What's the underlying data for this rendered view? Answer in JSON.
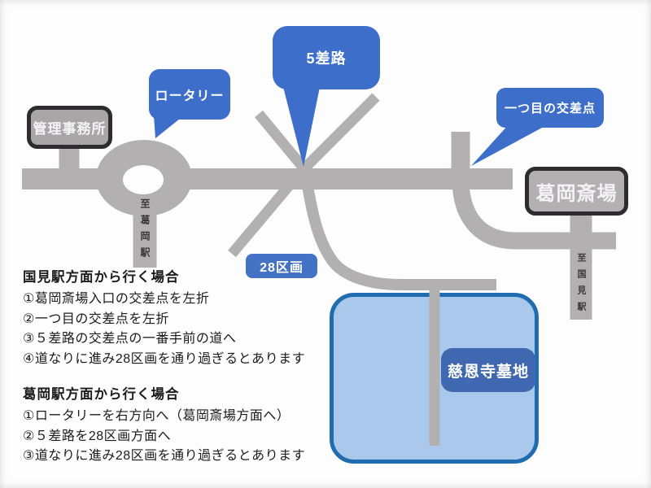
{
  "colors": {
    "bubble_blue": "#3d6ec9",
    "plate_blue": "#4472c4",
    "cemetery_fill": "#a9c8ec",
    "cemetery_border": "#1f6cae",
    "road_gray": "#b3b0b2",
    "sign_frame_dark": "#2e2c2e",
    "sign_fill_gray": "#a9a6a8"
  },
  "map": {
    "bubbles": {
      "five_way": "5差路",
      "rotary": "ロータリー",
      "first_intersection": "一つ目の交差点"
    },
    "signs": {
      "admin_office": "管理事務所",
      "katsuraoka_saijo": "葛岡斎場"
    },
    "plates": {
      "block28": "28区画",
      "jionji_cemetery": "慈恩寺墓地"
    },
    "station_roads": {
      "to_katsuraoka_station": "至葛岡駅",
      "to_kunimi_station": "至国見駅"
    }
  },
  "directions": [
    {
      "heading": "国見駅方面から行く場合",
      "steps": [
        "①葛岡斎場入口の交差点を左折",
        "②一つ目の交差点を左折",
        "③５差路の交差点の一番手前の道へ",
        "④道なりに進み28区画を通り過ぎるとあります"
      ]
    },
    {
      "heading": "葛岡駅方面から行く場合",
      "steps": [
        "①ロータリーを右方向へ（葛岡斎場方面へ）",
        "②５差路を28区画方面へ",
        "③道なりに進み28区画を通り過ぎるとあります"
      ]
    }
  ]
}
